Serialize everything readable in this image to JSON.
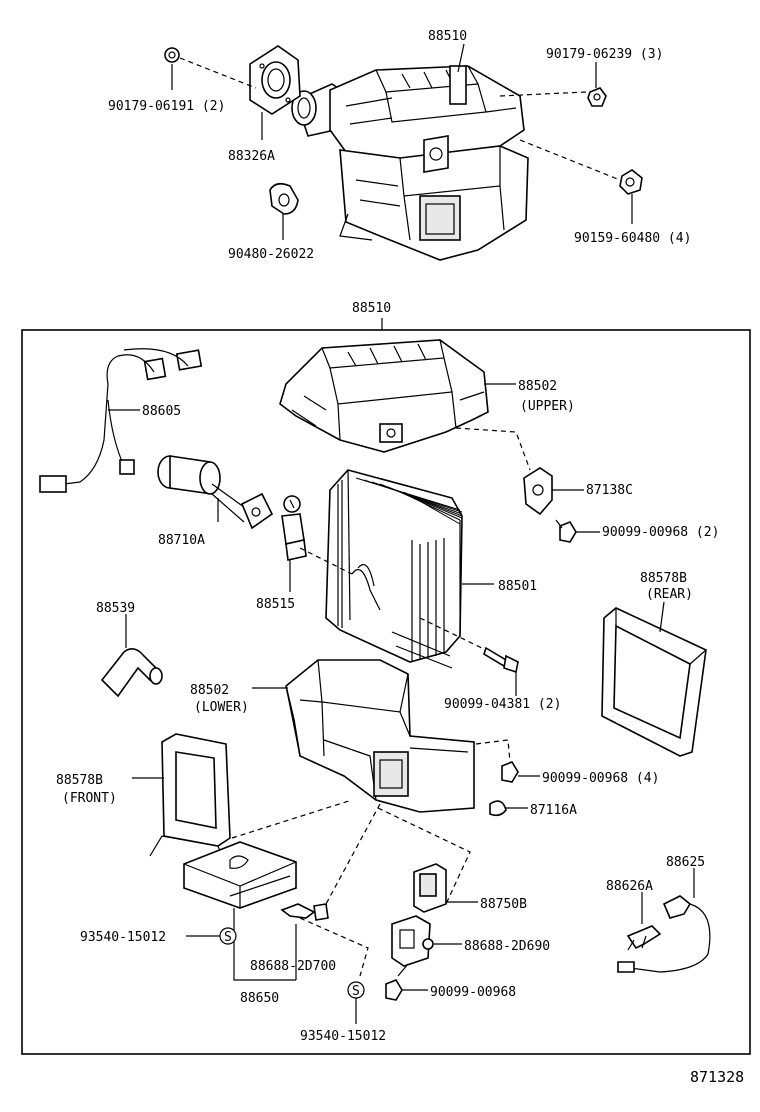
{
  "labels": {
    "p88510_top": "88510",
    "p90179_06239": "90179-06239 (3)",
    "p90179_06191": "90179-06191 (2)",
    "p88326A": "88326A",
    "p90159_60480": "90159-60480 (4)",
    "p90480_26022": "90480-26022",
    "p88510_box": "88510",
    "p88605": "88605",
    "p88502_upper": "88502",
    "p88502_upper_note": "(UPPER)",
    "p87138C": "87138C",
    "p88710A": "88710A",
    "p90099_00968_2": "90099-00968 (2)",
    "p88501": "88501",
    "p88515": "88515",
    "p88578B_rear": "88578B",
    "p88578B_rear_note": "(REAR)",
    "p88539": "88539",
    "p88502_lower": "88502",
    "p88502_lower_note": "(LOWER)",
    "p90099_04381": "90099-04381 (2)",
    "p88578B_front": "88578B",
    "p88578B_front_note": "(FRONT)",
    "p90099_00968_4": "90099-00968 (4)",
    "p87116A": "87116A",
    "p88625": "88625",
    "p88626A": "88626A",
    "p88750B": "88750B",
    "p93540_15012_a": "93540-15012",
    "p88688_2D690": "88688-2D690",
    "p88688_2D700": "88688-2D700",
    "p90099_00968": "90099-00968",
    "p88650": "88650",
    "p93540_15012_b": "93540-15012",
    "s_mark_a": "S",
    "s_mark_b": "S",
    "diagram_id": "871328"
  }
}
